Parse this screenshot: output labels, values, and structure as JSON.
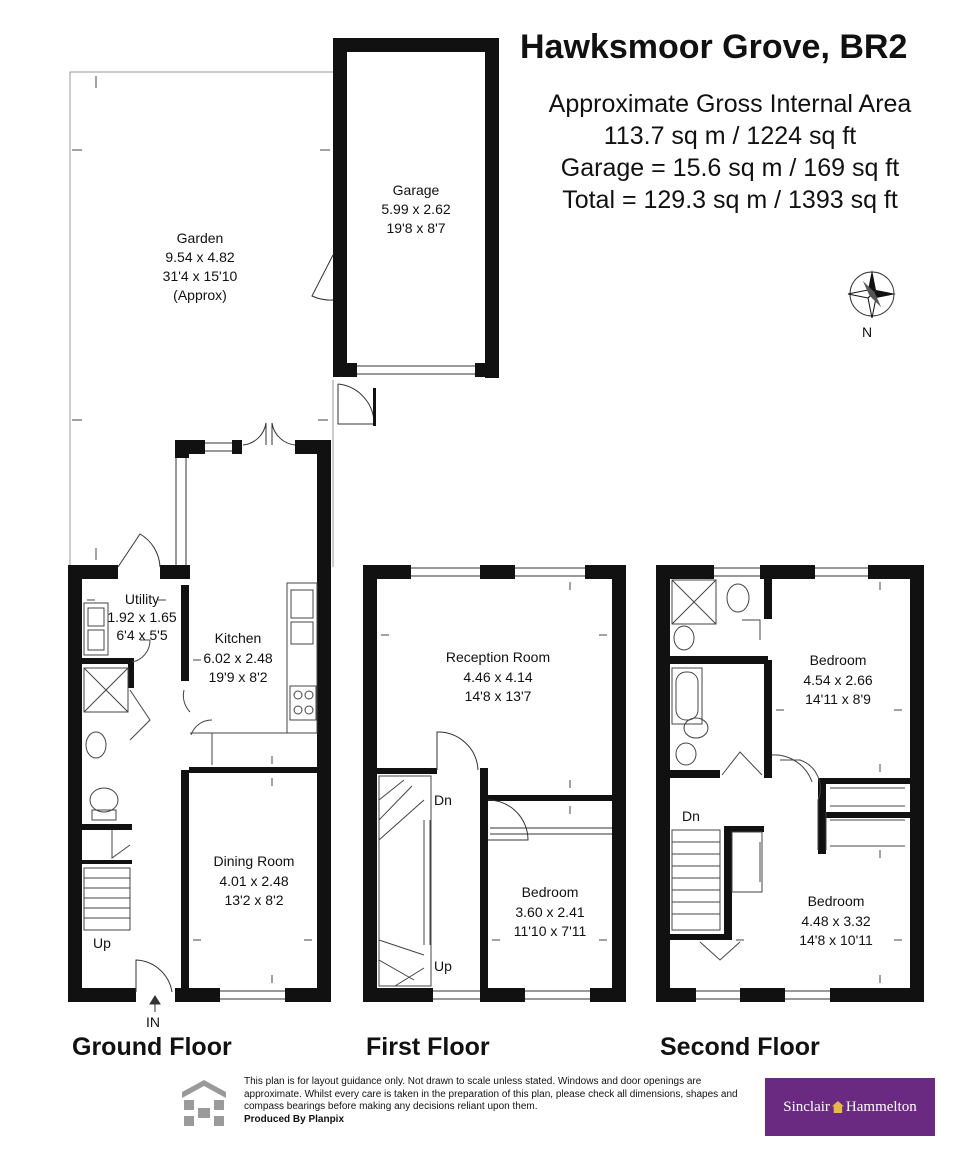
{
  "header": {
    "title": "Hawksmoor Grove, BR2",
    "area_heading": "Approximate Gross Internal Area",
    "area_main": "113.7 sq m / 1224 sq ft",
    "area_garage": "Garage = 15.6 sq m / 169 sq ft",
    "area_total": "Total = 129.3 sq m / 1393 sq ft"
  },
  "compass": {
    "label": "N"
  },
  "floors": {
    "ground": "Ground Floor",
    "first": "First Floor",
    "second": "Second Floor"
  },
  "rooms": {
    "garden": {
      "name": "Garden",
      "metric": "9.54 x 4.82",
      "imperial": "31'4 x 15'10",
      "note": "(Approx)"
    },
    "garage": {
      "name": "Garage",
      "metric": "5.99 x 2.62",
      "imperial": "19'8 x 8'7"
    },
    "utility": {
      "name": "Utility",
      "metric": "1.92 x 1.65",
      "imperial": "6'4 x 5'5"
    },
    "kitchen": {
      "name": "Kitchen",
      "metric": "6.02 x 2.48",
      "imperial": "19'9 x 8'2"
    },
    "dining": {
      "name": "Dining Room",
      "metric": "4.01 x 2.48",
      "imperial": "13'2 x 8'2"
    },
    "reception": {
      "name": "Reception Room",
      "metric": "4.46 x 4.14",
      "imperial": "14'8 x 13'7"
    },
    "bedroom_first": {
      "name": "Bedroom",
      "metric": "3.60 x 2.41",
      "imperial": "11'10 x 7'11"
    },
    "bedroom_second_top": {
      "name": "Bedroom",
      "metric": "4.54 x 2.66",
      "imperial": "14'11 x 8'9"
    },
    "bedroom_second_bottom": {
      "name": "Bedroom",
      "metric": "4.48 x 3.32",
      "imperial": "14'8 x 10'11"
    }
  },
  "stairs": {
    "ground_up": "Up",
    "entrance": "IN",
    "first_dn": "Dn",
    "first_up": "Up",
    "second_dn": "Dn"
  },
  "footer": {
    "disclaimer": "This plan is for layout guidance only. Not drawn to scale unless stated. Windows and door openings are approximate. Whilst every care is taken in the preparation of this plan, please check all dimensions, shapes and compass bearings before making any decisions reliant upon them.",
    "produced_by": "Produced By Planpix",
    "agent_left": "Sinclair",
    "agent_right": "Hammelton"
  }
}
